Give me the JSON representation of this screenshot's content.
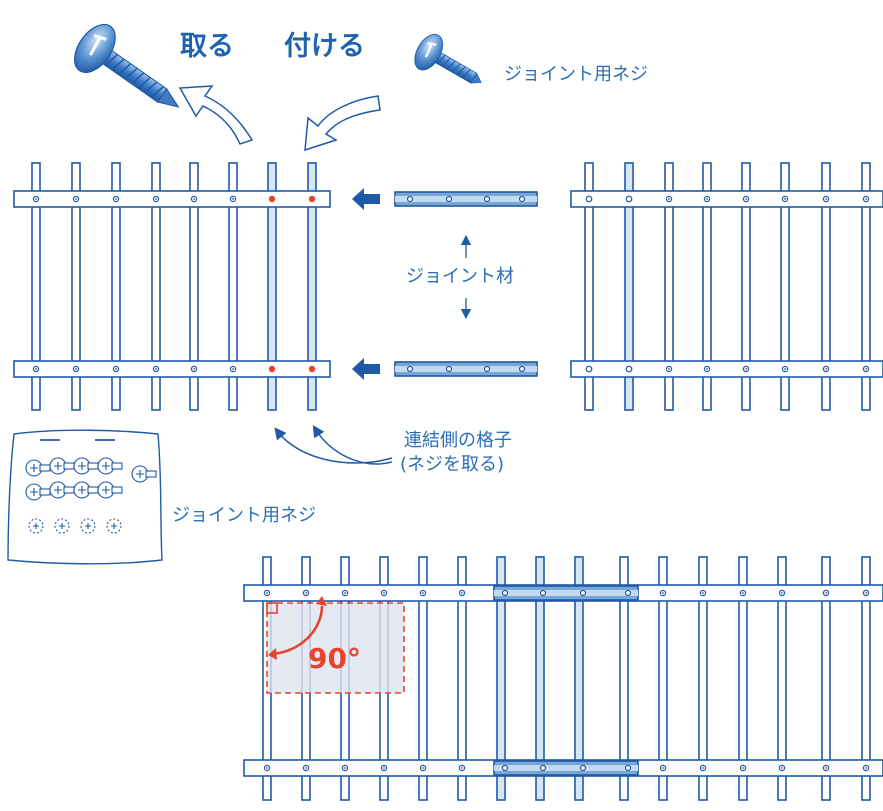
{
  "labels": {
    "remove": "取る",
    "attach": "付ける",
    "joint_screw_top": "ジョイント用ネジ",
    "joint_member": "ジョイント材",
    "connect_side_line1": "連結側の格子",
    "connect_side_line2": "(ネジを取る)",
    "joint_screw_box": "ジョイント用ネジ",
    "angle": "90°"
  },
  "colors": {
    "line_blue": "#1f5aa6",
    "fill_light": "#d6e6f5",
    "joint_fill": "#7aa6d6",
    "red": "#e8432c",
    "shade": "#dfe3ef"
  },
  "icons": [
    "screw-remove-icon",
    "screw-attach-icon",
    "push-arrow-icon",
    "curved-arrow-icon"
  ]
}
